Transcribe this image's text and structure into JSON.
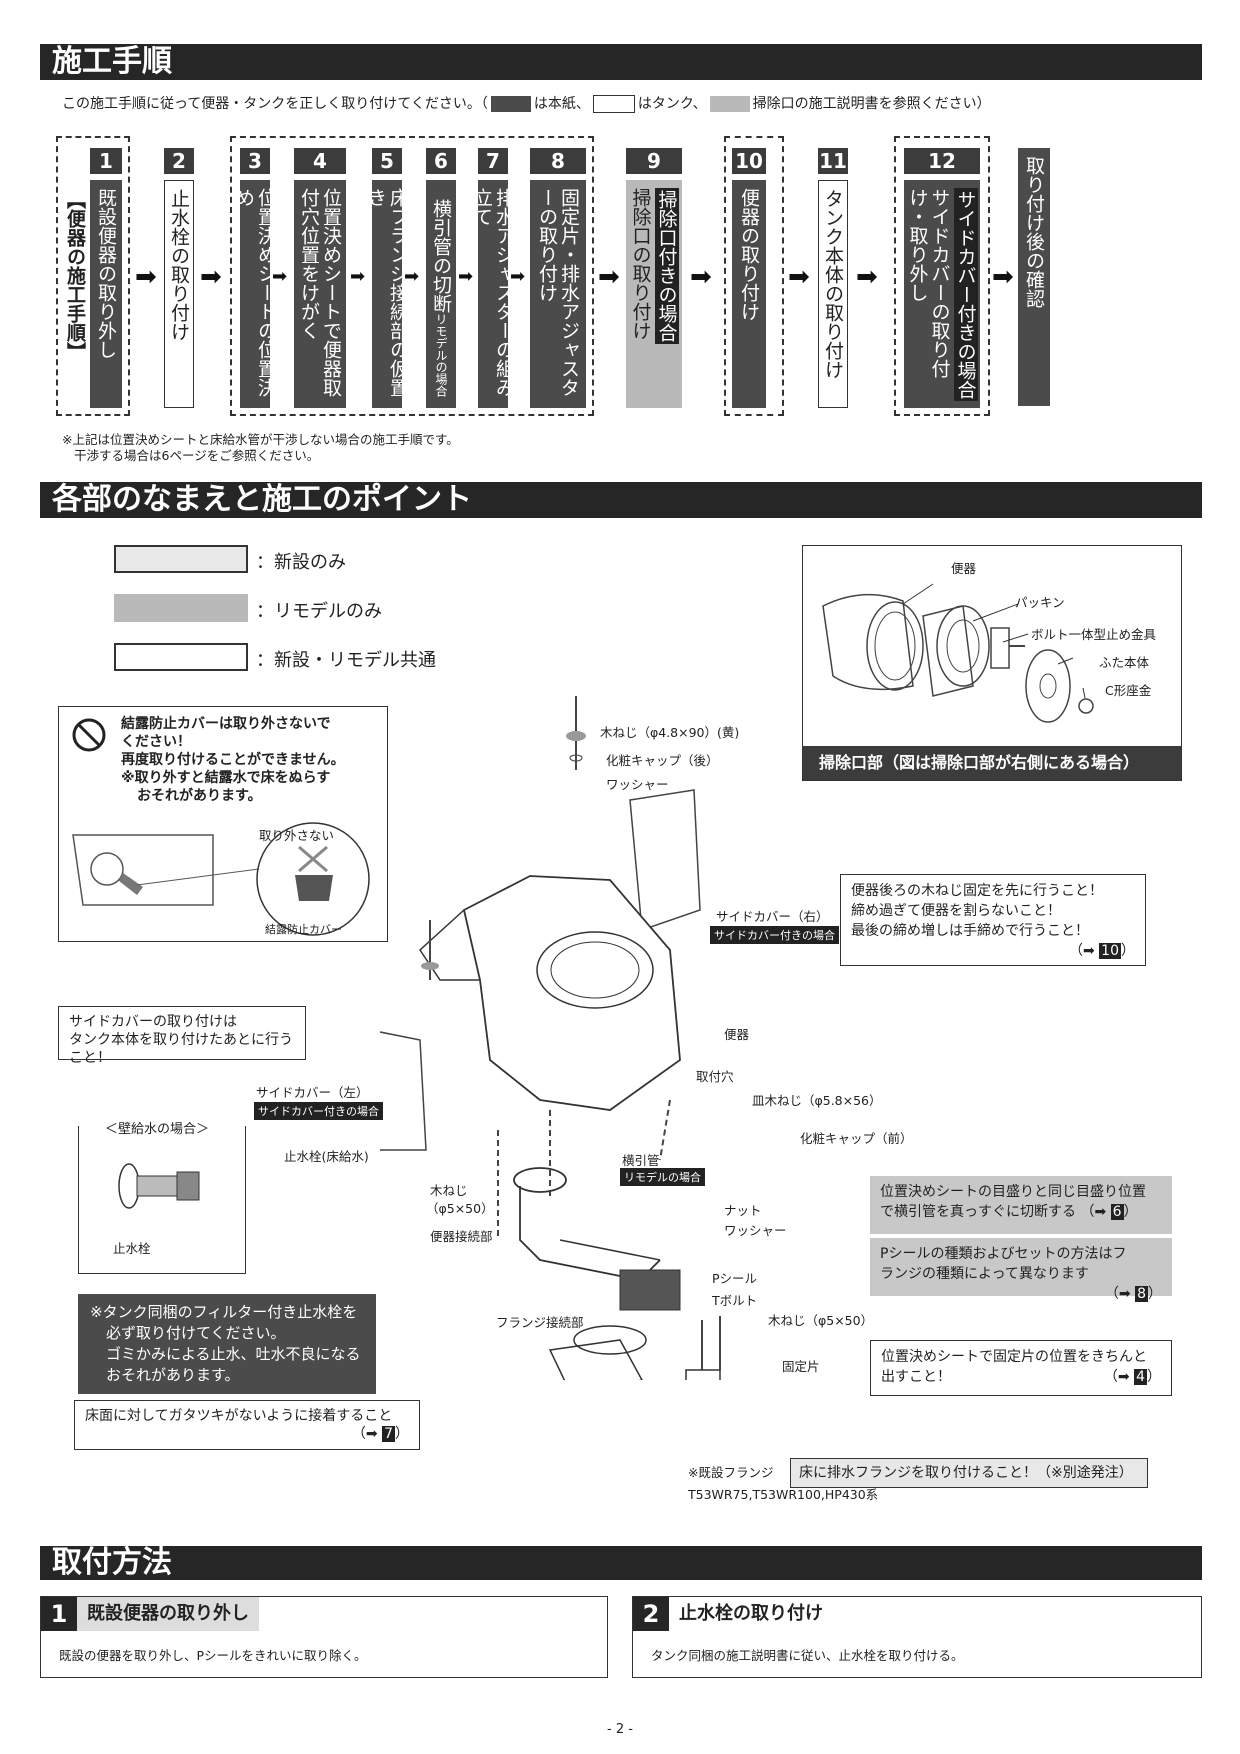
{
  "section1": {
    "title": "施工手順",
    "intro_a": "この施工手順に従って便器・タンクを正しく取り付けてください。（",
    "intro_b": "は本紙、",
    "intro_c": "はタンク、",
    "intro_d": "掃除口の施工説明書を参照ください）",
    "steps": [
      {
        "num": "1",
        "text": "既設便器の取り外し"
      },
      {
        "num": "2",
        "text": "止水栓の取り付け"
      },
      {
        "num": "3",
        "text": "位置決めシートの位置決め"
      },
      {
        "num": "4",
        "text": "位置決めシートで便器取付穴位置をけがく"
      },
      {
        "num": "5",
        "text": "床フランジ接続部の仮置き"
      },
      {
        "num": "6",
        "text": "横引管の切断",
        "badge": "リモデルの場合"
      },
      {
        "num": "7",
        "text": "排水アジャスターの組み立て"
      },
      {
        "num": "8",
        "text": "固定片・排水アジャスターの取り付け"
      },
      {
        "num": "9",
        "text": "掃除口の取り付け",
        "badge": "掃除口付きの場合"
      },
      {
        "num": "10",
        "text": "便器の取り付け"
      },
      {
        "num": "11",
        "text": "タンク本体の取り付け"
      },
      {
        "num": "12",
        "text": "サイドカバーの取り付け・取り外し",
        "badge": "サイドカバー付きの場合"
      },
      {
        "num": "",
        "text": "取り付け後の確認"
      }
    ],
    "side_label": "【便器の施工手順】",
    "note1": "※上記は位置決めシートと床給水管が干渉しない場合の施工手順です。",
    "note2": "干渉する場合は6ページをご参照ください。"
  },
  "section2": {
    "title": "各部のなまえと施工のポイント",
    "legend": [
      {
        "label": "：新設のみ",
        "color": "#e8e8e8"
      },
      {
        "label": "：リモデルのみ",
        "color": "#b9b9b9"
      },
      {
        "label": "：新設・リモデル共通",
        "color": "#ffffff"
      }
    ],
    "warning": {
      "line1": "結露防止カバーは取り外さないで",
      "line2": "ください！",
      "line3": "再度取り付けることができません。",
      "line4": "※取り外すと結露水で床をぬらす",
      "line5": "おそれがあります。",
      "do_not": "取り外さない",
      "cover": "結露防止カバー"
    },
    "inset": {
      "caption": "掃除口部（図は掃除口部が右側にある場合）",
      "benki": "便器",
      "packing": "パッキン",
      "bolt": "ボルト一体型止め金具",
      "futa": "ふた本体",
      "c_ring": "C形座金"
    },
    "labels": {
      "wood_screw_rear": "木ねじ（φ4.8×90）(黄)",
      "cap_rear": "化粧キャップ（後）",
      "washer1": "ワッシャー",
      "side_cover_r": "サイドカバー（右）",
      "side_cover_tag": "サイドカバー付きの場合",
      "benki": "便器",
      "hole": "取付穴",
      "dish_screw": "皿木ねじ（φ5.8×56）",
      "cap_front": "化粧キャップ（前）",
      "side_cover_l": "サイドカバー（左）",
      "stop_valve_floor": "止水栓(床給水)",
      "wood_screw_5": "木ねじ",
      "wood_screw_5b": "（φ5×50）",
      "benki_conn": "便器接続部",
      "pipe": "横引管",
      "remodel_tag": "リモデルの場合",
      "nut": "ナット",
      "washer2": "ワッシャー",
      "pseal": "Pシール",
      "tbolt": "Tボルト",
      "wood_screw_5c": "木ねじ（φ5×50）",
      "flange_conn": "フランジ接続部",
      "fix_piece": "固定片",
      "existing_flange": "※既設フランジ",
      "flange_models": "T53WR75,T53WR100,HP430系",
      "wall_title": "＜壁給水の場合＞",
      "stop_valve": "止水栓"
    },
    "callouts": {
      "rear_screw_1": "便器後ろの木ねじ固定を先に行うこと！",
      "rear_screw_2": "締め過ぎて便器を割らないこと！",
      "rear_screw_3": "最後の締め増しは手締めで行うこと！",
      "rear_screw_ref": "10",
      "side_cover_1": "サイドカバーの取り付けは",
      "side_cover_2": "タンク本体を取り付けたあとに行うこと！",
      "cut_1": "位置決めシートの目盛りと同じ目盛り位置",
      "cut_2": "で横引管を真っすぐに切断する",
      "cut_ref": "6",
      "pseal_1": "Pシールの種類およびセットの方法はフ",
      "pseal_2": "ランジの種類によって異なります",
      "pseal_ref": "8",
      "fix_1": "位置決めシートで固定片の位置をきちんと",
      "fix_2": "出すこと！",
      "fix_ref": "4",
      "filter_1": "※タンク同梱のフィルター付き止水栓を",
      "filter_2": "必ず取り付けてください。",
      "filter_3": "ゴミかみによる止水、吐水不良になる",
      "filter_4": "おそれがあります。",
      "glue_1": "床面に対してガタツキがないように接着すること",
      "glue_ref": "7",
      "flange_note": "床に排水フランジを取り付けること！（※別途発注）"
    }
  },
  "section3": {
    "title": "取付方法",
    "m1": {
      "num": "1",
      "title": "既設便器の取り外し",
      "body": "既設の便器を取り外し、Pシールをきれいに取り除く。"
    },
    "m2": {
      "num": "2",
      "title": "止水栓の取り付け",
      "body": "タンク同梱の施工説明書に従い、止水栓を取り付ける。"
    }
  },
  "page_number": "- 2 -"
}
